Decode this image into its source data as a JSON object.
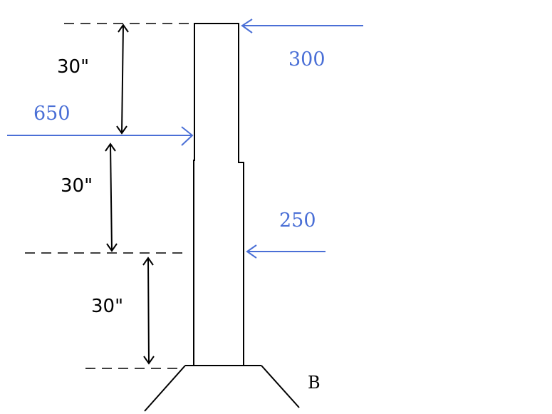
{
  "diagram": {
    "dimensions": [
      {
        "label": "30\""
      },
      {
        "label": "30\""
      },
      {
        "label": "30\""
      }
    ],
    "forces": [
      {
        "label": "300",
        "direction": "left"
      },
      {
        "label": "650",
        "direction": "right"
      },
      {
        "label": "250",
        "direction": "left"
      }
    ],
    "support_label": "B",
    "colors": {
      "force": "#4a6fd6",
      "line": "#000000"
    }
  }
}
